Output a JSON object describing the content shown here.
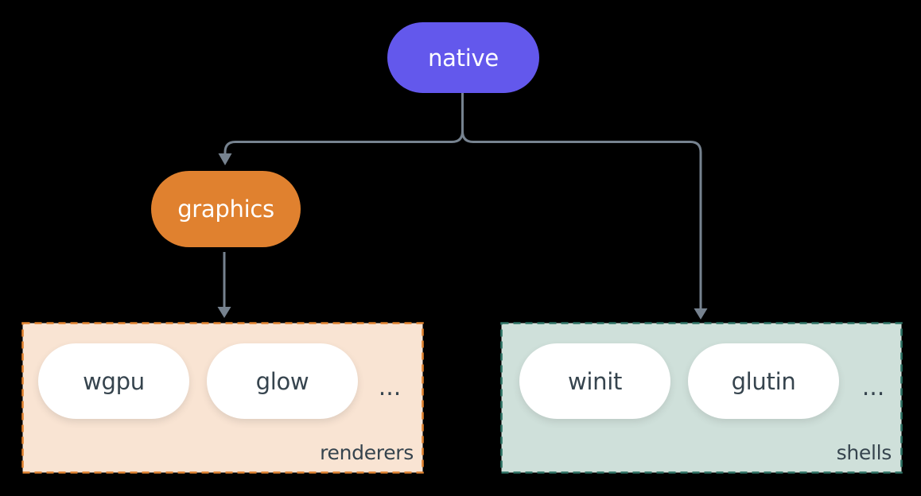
{
  "diagram": {
    "background_color": "#000000",
    "connector_color": "#76828F",
    "nodes": {
      "native": {
        "label": "native",
        "fill": "#6358EC",
        "text_color": "#FFFFFF"
      },
      "graphics": {
        "label": "graphics",
        "fill": "#E0812F",
        "text_color": "#FFFFFF"
      }
    },
    "groups": {
      "renderers": {
        "label": "renderers",
        "fill": "#F9E4D3",
        "border_color": "#E0822F",
        "item_text_color": "#36444E",
        "items": [
          {
            "label": "wgpu"
          },
          {
            "label": "glow"
          }
        ],
        "ellipsis": "..."
      },
      "shells": {
        "label": "shells",
        "fill": "#CFE0DA",
        "border_color": "#2E7365",
        "item_text_color": "#36444E",
        "items": [
          {
            "label": "winit"
          },
          {
            "label": "glutin"
          }
        ],
        "ellipsis": "..."
      }
    },
    "edges": [
      {
        "from": "native",
        "to": "graphics"
      },
      {
        "from": "native",
        "to": "shells"
      },
      {
        "from": "graphics",
        "to": "renderers"
      }
    ]
  }
}
